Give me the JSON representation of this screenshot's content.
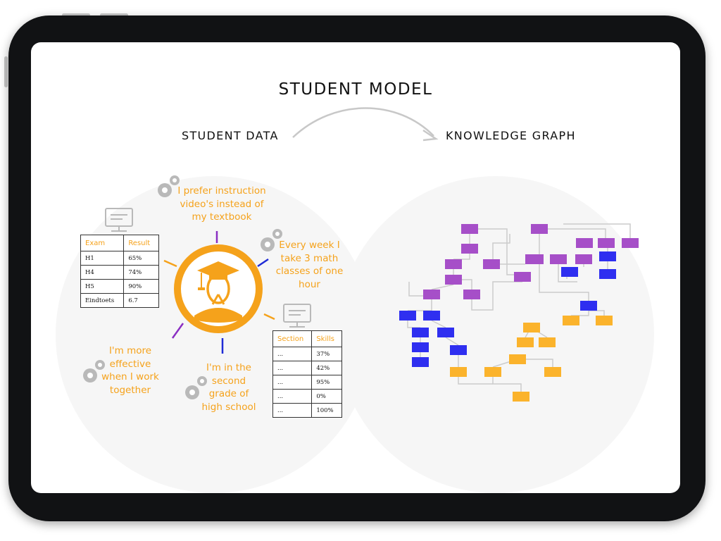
{
  "title": "STUDENT MODEL",
  "left_heading": "STUDENT DATA",
  "right_heading": "KNOWLEDGE GRAPH",
  "quotes": {
    "instruction": [
      "I prefer instruction",
      "video's instead of",
      "my textbook"
    ],
    "math": [
      "Every week I",
      "take 3 math",
      "classes of one",
      "hour"
    ],
    "grade": [
      "I'm in the",
      "second",
      "grade of",
      "high school"
    ],
    "together": [
      "I'm more",
      "effective",
      "when I work",
      "together"
    ]
  },
  "exam_table": {
    "headers": [
      "Exam",
      "Result"
    ],
    "rows": [
      [
        "H1",
        "65%"
      ],
      [
        "H4",
        "74%"
      ],
      [
        "H5",
        "90%"
      ],
      [
        "Eindtoets",
        "6.7"
      ]
    ]
  },
  "skills_table": {
    "headers": [
      "Section",
      "Skills"
    ],
    "rows": [
      [
        "...",
        "37%"
      ],
      [
        "...",
        "42%"
      ],
      [
        "...",
        "95%"
      ],
      [
        "...",
        "0%"
      ],
      [
        "...",
        "100%"
      ]
    ]
  },
  "colors": {
    "accent": "#f5a21b",
    "purple": "#a64fc8",
    "blue": "#2f2ff0",
    "orange": "#fbb32c",
    "connector": "#cccccc"
  }
}
